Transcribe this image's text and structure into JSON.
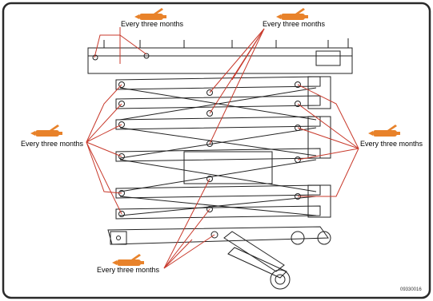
{
  "labels": {
    "top_left": "Every three months",
    "top_right": "Every three months",
    "left": "Every three months",
    "right": "Every three months",
    "bottom": "Every three months"
  },
  "reference_number": "09330016",
  "icons": [
    "grease-gun-icon"
  ],
  "colors": {
    "callout": "#c8392b",
    "grease_gun": "#e8822a",
    "frame_border": "#2a2a2a",
    "drawing_line": "#222222"
  }
}
